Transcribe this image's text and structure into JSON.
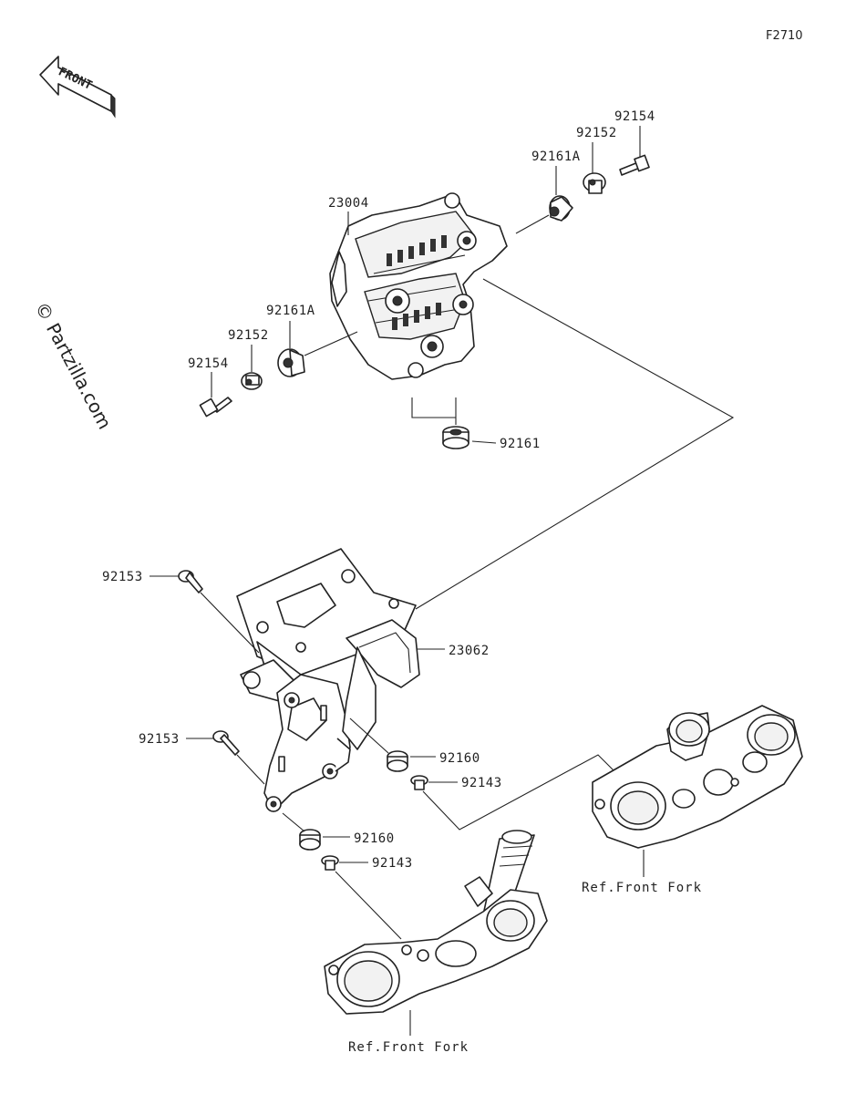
{
  "figure_code": "F2710",
  "watermark": "© Partzilla.com",
  "front_indicator": "FRONT",
  "parts": {
    "headlight": "23004",
    "grommet_a_right": "92161A",
    "collar_right": "92152",
    "bolt_right": "92154",
    "grommet_a_left": "92161A",
    "collar_left": "92152",
    "bolt_left": "92154",
    "grommet_bottom": "92161",
    "bolt_upper": "92153",
    "bolt_lower": "92153",
    "bracket": "23062",
    "damper_upper": "92160",
    "collar_upper": "92143",
    "damper_lower": "92160",
    "collar_lower": "92143"
  },
  "references": {
    "front_fork_upper": "Ref.Front Fork",
    "front_fork_lower": "Ref.Front Fork"
  }
}
